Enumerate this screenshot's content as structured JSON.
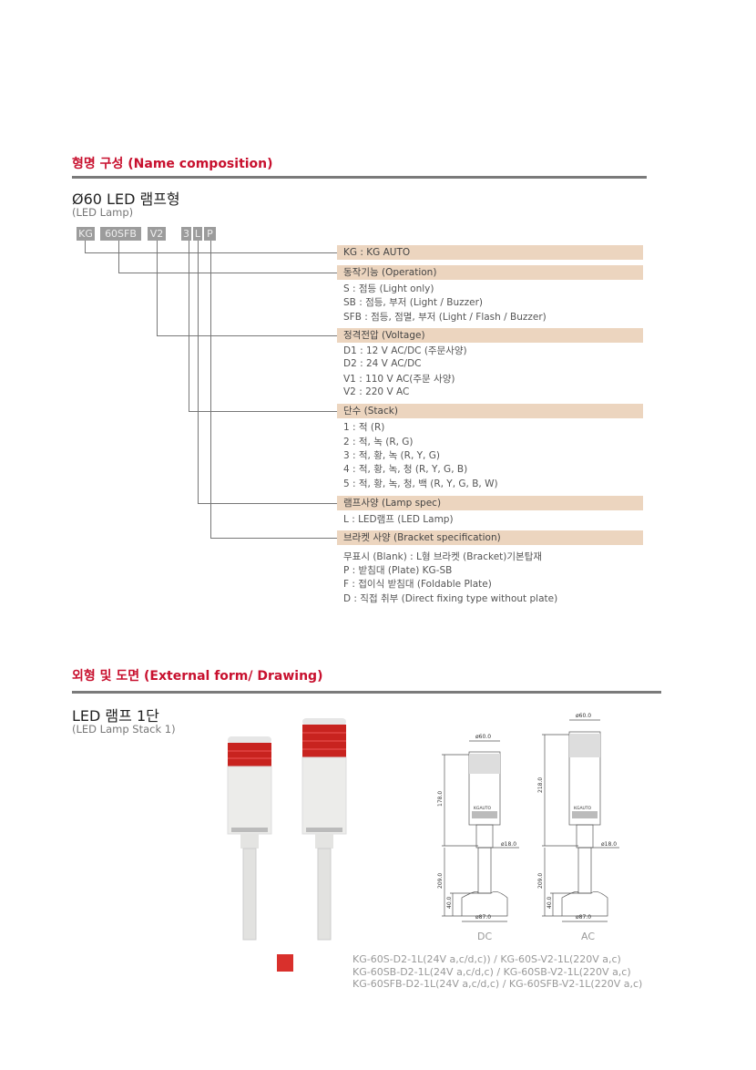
{
  "section1": {
    "title": "형명 구성 (Name composition)",
    "heading": "Ø60 LED 램프형",
    "subheading": "(LED Lamp)",
    "codes": [
      "KG",
      "60SFB",
      "V2",
      "3",
      "L",
      "P"
    ],
    "groups": [
      {
        "header": "KG : KG AUTO",
        "items": []
      },
      {
        "header": "동작기능 (Operation)",
        "items": [
          "S    : 점등 (Light only)",
          "SB  : 점등, 부저 (Light / Buzzer)",
          "SFB : 점등, 점멸, 부저 (Light / Flash / Buzzer)"
        ]
      },
      {
        "header": "정격전압 (Voltage)",
        "items": [
          "D1 : 12 V AC/DC (주문사양)",
          "D2 : 24 V AC/DC",
          "V1 : 110 V AC(주문 사양)",
          "V2 : 220 V AC"
        ]
      },
      {
        "header": "단수 (Stack)",
        "items": [
          "1 : 적 (R)",
          "2 : 적, 녹 (R, G)",
          "3 : 적, 황, 녹 (R, Y, G)",
          "4 : 적, 황, 녹, 청 (R, Y, G, B)",
          "5 : 적, 황, 녹, 청, 백 (R, Y, G, B, W)"
        ]
      },
      {
        "header": "램프사양 (Lamp spec)",
        "items": [
          "L : LED램프 (LED Lamp)"
        ]
      },
      {
        "header": "브라켓 사양 (Bracket specification)",
        "items": [
          "무표시 (Blank) : L형 브라켓 (Bracket)기본탑재",
          "P : 받침대 (Plate) KG-SB",
          "F : 접이식 받침대 (Foldable Plate)",
          "D : 직접 취부 (Direct fixing type without plate)"
        ]
      }
    ]
  },
  "section2": {
    "title": "외형 및 도면 (External form/ Drawing)",
    "heading": "LED 램프 1단",
    "subheading": "(LED Lamp Stack 1)",
    "drawings": [
      {
        "label": "DC",
        "top_dia": "ø60.0",
        "height": "178.0",
        "pole_dia": "ø18.0",
        "pole_len": "209.0",
        "base_h": "40.0",
        "base_dia": "ø87.0",
        "brand": "KGAUTO"
      },
      {
        "label": "AC",
        "top_dia": "ø60.0",
        "height": "218.0",
        "pole_dia": "ø18.0",
        "pole_len": "209.0",
        "base_h": "40.0",
        "base_dia": "ø87.0",
        "brand": "KGAUTO"
      }
    ],
    "models": [
      "KG-60S-D2-1L(24V a,c/d,c)) / KG-60S-V2-1L(220V a,c)",
      "KG-60SB-D2-1L(24V a,c/d,c) / KG-60SB-V2-1L(220V a,c)",
      "KG-60SFB-D2-1L(24V a,c/d,c) / KG-60SFB-V2-1L(220V a,c)"
    ],
    "swatch_color": "#d9302c"
  },
  "colors": {
    "accent": "#c8102e",
    "bar": "#ecd5bf"
  }
}
